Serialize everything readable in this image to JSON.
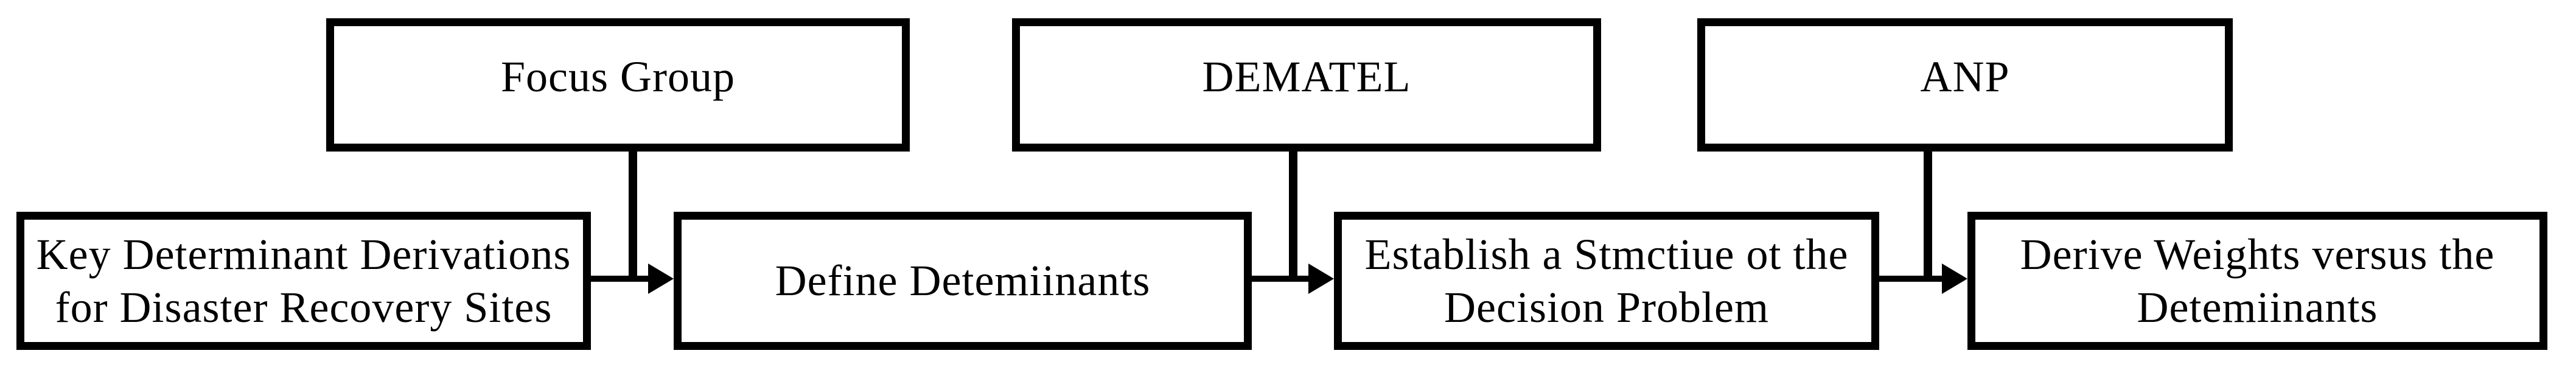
{
  "diagram": {
    "type": "flowchart",
    "colors": {
      "stroke": "#000000",
      "box_fill": "#ffffff",
      "background": "#ffffff",
      "text": "#000000"
    },
    "top_row": [
      {
        "label": "Focus Group"
      },
      {
        "label": "DEMATEL"
      },
      {
        "label": "ANP"
      }
    ],
    "bottom_row": [
      {
        "label": "Key Determinant Derivations\nfor Disaster Recovery Sites"
      },
      {
        "label": "Define Detemiinants"
      },
      {
        "label": "Establish a Stmctiue ot the\nDecision Problem"
      },
      {
        "label": "Derive Weights versus the\nDetemiinants"
      }
    ],
    "edges": [
      {
        "from": "Key Determinant Derivations for Disaster Recovery Sites",
        "to": "Define Detemiinants",
        "method_input": "Focus Group"
      },
      {
        "from": "Define Detemiinants",
        "to": "Establish a Stmctiue ot the Decision Problem",
        "method_input": "DEMATEL"
      },
      {
        "from": "Establish a Stmctiue ot the Decision Problem",
        "to": "Derive Weights versus the Detemiinants",
        "method_input": "ANP"
      }
    ]
  }
}
